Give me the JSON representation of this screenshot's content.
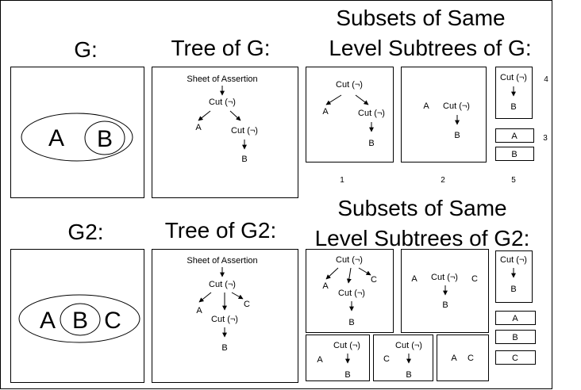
{
  "headings": {
    "g": "G:",
    "tree_g": "Tree of G:",
    "subsets_g_line1": "Subsets of Same",
    "subsets_g_line2": "Level Subtrees of G:",
    "g2": "G2:",
    "tree_g2": "Tree of G2:",
    "subsets_g2_line1": "Subsets of Same",
    "subsets_g2_line2": "Level Subtrees of G2:"
  },
  "graph_g": {
    "outer_label": "A",
    "inner_label": "B"
  },
  "graph_g2": {
    "left_label": "A",
    "middle_label": "B",
    "right_label": "C"
  },
  "tree_g": {
    "root": "Sheet of Assertion",
    "cut1": "Cut (¬)",
    "leaf_a": "A",
    "cut2": "Cut (¬)",
    "leaf_b": "B"
  },
  "tree_g2": {
    "root": "Sheet of Assertion",
    "cut1": "Cut (¬)",
    "leaf_a": "A",
    "leaf_c": "C",
    "cut2": "Cut (¬)",
    "leaf_b": "B"
  },
  "subsets_g": {
    "s1": {
      "cut1": "Cut (¬)",
      "a": "A",
      "cut2": "Cut (¬)",
      "b": "B",
      "number": "1"
    },
    "s2": {
      "a": "A",
      "cut": "Cut (¬)",
      "b": "B",
      "number": "2"
    },
    "s4": {
      "cut": "Cut (¬)",
      "b": "B",
      "number": "4"
    },
    "s3": {
      "a": "A",
      "b": "B",
      "number": "3"
    },
    "s5": {
      "number": "5"
    }
  },
  "subsets_g2": {
    "s1": {
      "cut1": "Cut (¬)",
      "a": "A",
      "c": "C",
      "cut2": "Cut (¬)",
      "b": "B"
    },
    "s2": {
      "a": "A",
      "cut": "Cut (¬)",
      "c": "C",
      "b": "B"
    },
    "s3": {
      "cut": "Cut (¬)",
      "b": "B"
    },
    "s4": {
      "cut": "Cut (¬)",
      "a": "A",
      "b": "B"
    },
    "s5": {
      "cut": "Cut (¬)",
      "c": "C",
      "b": "B"
    },
    "s6": {
      "a": "A",
      "c": "C"
    },
    "s7": {
      "a": "A",
      "b": "B",
      "c": "C"
    }
  }
}
